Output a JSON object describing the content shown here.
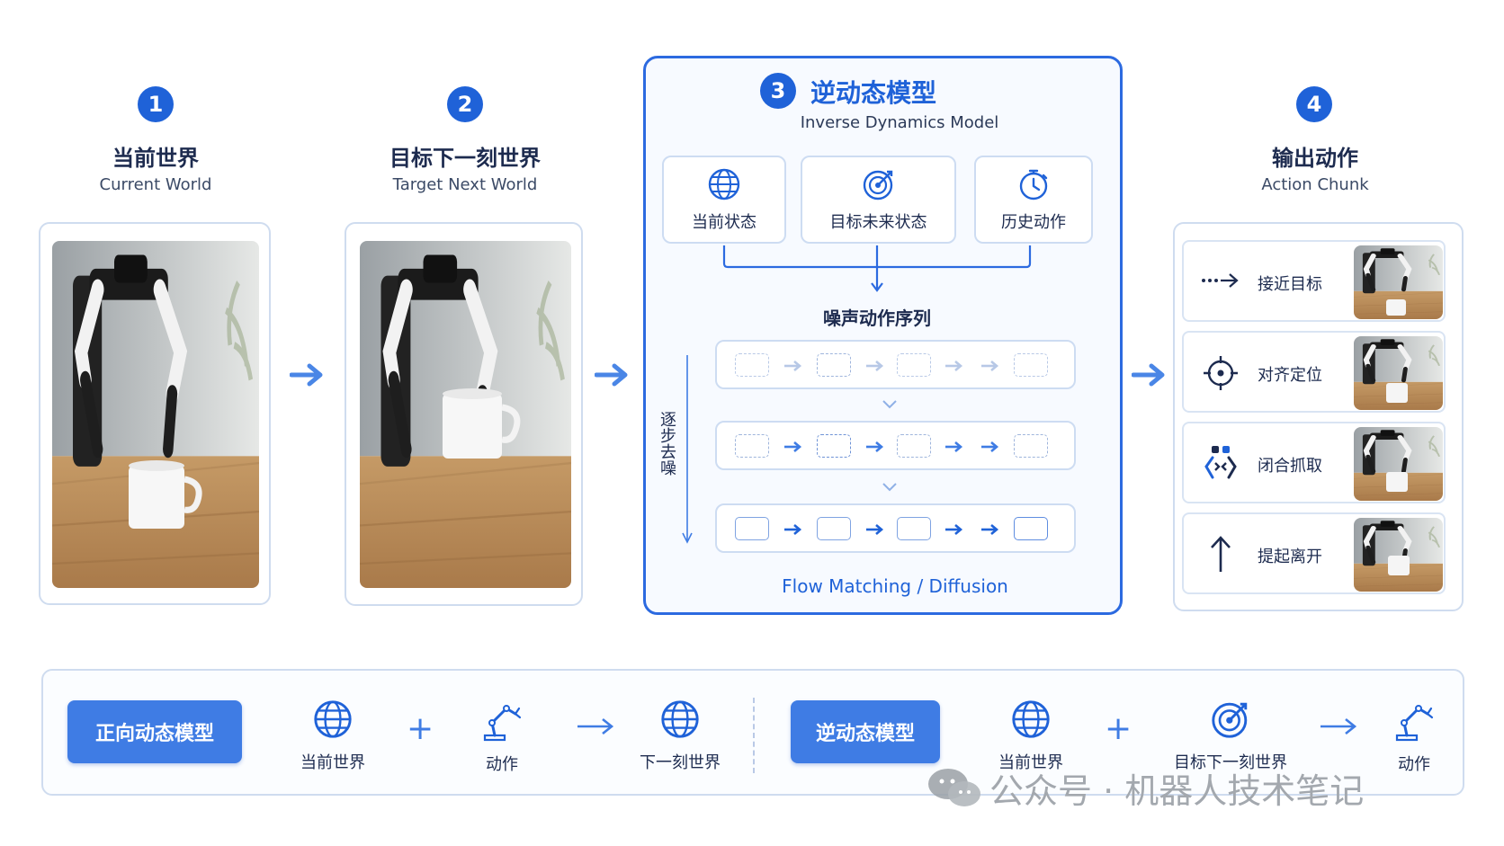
{
  "stages": [
    {
      "num": "1",
      "title_cn": "当前世界",
      "title_en": "Current World"
    },
    {
      "num": "2",
      "title_cn": "目标下一刻世界",
      "title_en": "Target Next World"
    },
    {
      "num": "3",
      "title_cn": "逆动态模型",
      "title_en": "Inverse Dynamics Model"
    },
    {
      "num": "4",
      "title_cn": "输出动作",
      "title_en": "Action Chunk"
    }
  ],
  "model": {
    "inputs": [
      {
        "label": "当前状态",
        "icon": "globe-icon"
      },
      {
        "label": "目标未来状态",
        "icon": "target-icon"
      },
      {
        "label": "历史动作",
        "icon": "stopwatch-icon"
      }
    ],
    "noise_title": "噪声动作序列",
    "denoise_label": "逐步去噪",
    "footer": "Flow Matching / Diffusion"
  },
  "actions": [
    {
      "label": "接近目标",
      "icon": "dotted-arrow-icon"
    },
    {
      "label": "对齐定位",
      "icon": "crosshair-icon"
    },
    {
      "label": "闭合抓取",
      "icon": "grip-icon"
    },
    {
      "label": "提起离开",
      "icon": "arrow-up-icon"
    }
  ],
  "bottom": {
    "forward": {
      "title": "正向动态模型",
      "items": [
        {
          "label": "当前世界",
          "icon": "globe-icon"
        },
        {
          "label": "动作",
          "icon": "robot-arm-icon"
        },
        {
          "label": "下一刻世界",
          "icon": "globe-icon"
        }
      ]
    },
    "inverse": {
      "title": "逆动态模型",
      "items": [
        {
          "label": "当前世界",
          "icon": "globe-icon"
        },
        {
          "label": "目标下一刻世界",
          "icon": "target-icon"
        },
        {
          "label": "动作",
          "icon": "robot-arm-icon"
        }
      ]
    },
    "plus": "+"
  },
  "watermark": "公众号 · 机器人技术笔记",
  "colors": {
    "accent": "#1f62d8",
    "accent_light": "#3f7ce4",
    "border": "#cfdcef"
  }
}
